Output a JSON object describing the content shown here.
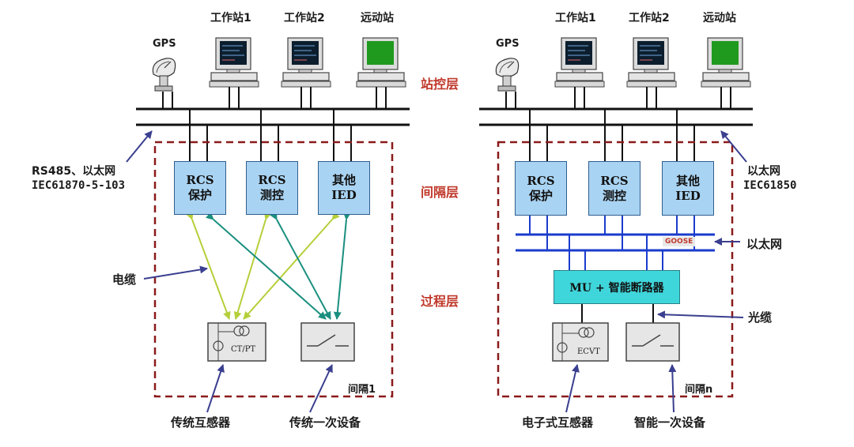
{
  "layers": {
    "station": "站控层",
    "bay": "间隔层",
    "process": "过程层"
  },
  "left": {
    "gps": "GPS",
    "workstation1": "工作站1",
    "workstation2": "工作站2",
    "remote": "远动站",
    "bus_note_1": "RS485、以太网",
    "bus_note_2": "IEC61870-5-103",
    "boxes": [
      {
        "line1": "RCS",
        "line2": "保护"
      },
      {
        "line1": "RCS",
        "line2": "测控"
      },
      {
        "line1": "其他",
        "line2": "IED"
      }
    ],
    "cable": "电缆",
    "ctpt": "CT/PT",
    "bay_name": "间隔1",
    "bottom_1": "传统互感器",
    "bottom_2": "传统一次设备"
  },
  "right": {
    "gps": "GPS",
    "workstation1": "工作站1",
    "workstation2": "工作站2",
    "remote": "远动站",
    "bus_note_1": "以太网",
    "bus_note_2": "IEC61850",
    "boxes": [
      {
        "line1": "RCS",
        "line2": "保护"
      },
      {
        "line1": "RCS",
        "line2": "测控"
      },
      {
        "line1": "其他",
        "line2": "IED"
      }
    ],
    "goose": "GOOSE",
    "ethernet": "以太网",
    "mu": "MU + 智能断路器",
    "fiber": "光缆",
    "ecvt": "ECVT",
    "bay_name": "间隔n",
    "bottom_1": "电子式互感器",
    "bottom_2": "智能一次设备"
  },
  "colors": {
    "box": "#a9d3f2",
    "mu": "#3fd6db",
    "dashed": "#8b1a1a",
    "bus": "#111111",
    "eth": "#1a3ccc",
    "arrow": "#3a3f8f",
    "link_green": "#b5cf3a",
    "link_teal": "#1a8f7f",
    "layer_label": "#c0392b"
  },
  "icons": [
    "satellite-dish-icon",
    "computer-workstation-icon",
    "ct-pt-transformer-icon",
    "switch-icon"
  ]
}
